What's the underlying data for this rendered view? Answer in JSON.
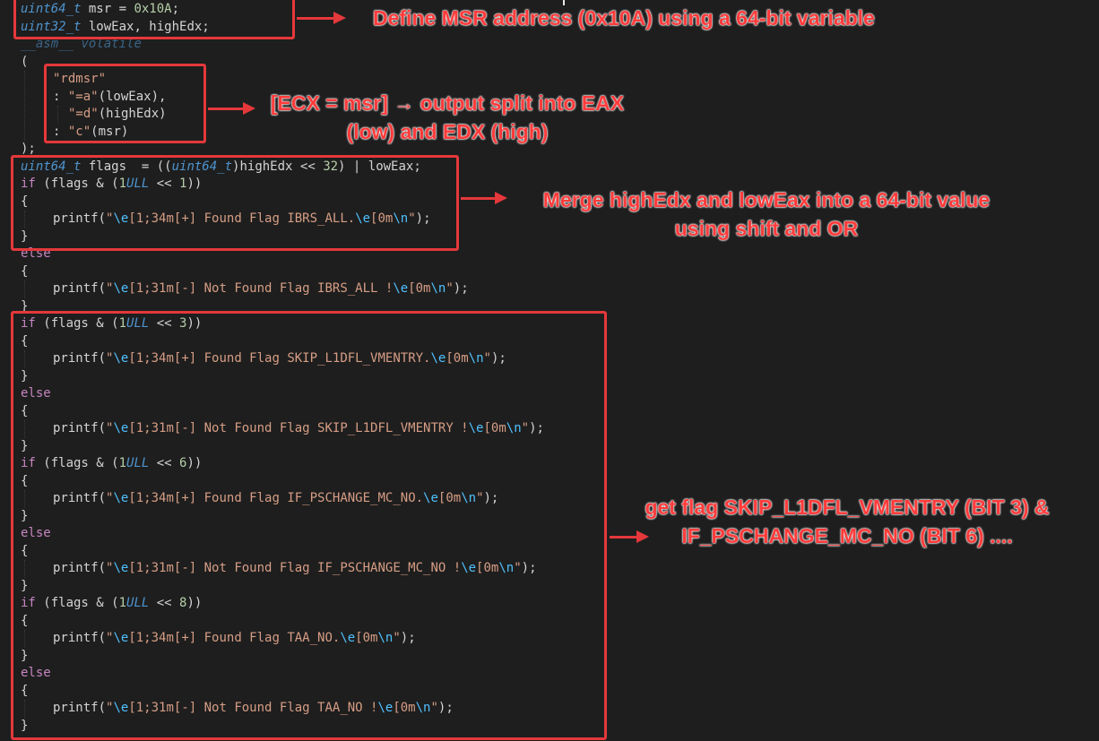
{
  "code": {
    "l1": {
      "type": "uint64_t",
      "rest": " msr = ",
      "num": "0x10A",
      "end": ";"
    },
    "l2": {
      "type": "uint32_t",
      "rest": " lowEax, highEdx;"
    },
    "l3": {
      "kw1": "__asm__",
      "kw2": " volatile"
    },
    "l4": {
      "text": "("
    },
    "l5": {
      "str": "\"rdmsr\""
    },
    "l6": {
      "pre": ": ",
      "str": "\"=a\"",
      "post": "(lowEax),"
    },
    "l7": {
      "str": "\"=d\"",
      "post": "(highEdx)"
    },
    "l8": {
      "pre": ": ",
      "str": "\"c\"",
      "post": "(msr)"
    },
    "l9": {
      "text": ");"
    },
    "l10": {
      "type": "uint64_t",
      "mid": " flags  = ((",
      "type2": "uint64_t",
      "mid2": ")highEdx << ",
      "num": "32",
      "end": ") | lowEax;"
    },
    "if1": {
      "kw": "if",
      "pre": " (flags & (",
      "num": "1",
      "suffix": "ULL",
      "mid": " << ",
      "bit": "1",
      "end": "))"
    },
    "if2": {
      "kw": "if",
      "pre": " (flags & (",
      "num": "1",
      "suffix": "ULL",
      "mid": " << ",
      "bit": "3",
      "end": "))"
    },
    "if3": {
      "kw": "if",
      "pre": " (flags & (",
      "num": "1",
      "suffix": "ULL",
      "mid": " << ",
      "bit": "6",
      "end": "))"
    },
    "if4": {
      "kw": "if",
      "pre": " (flags & (",
      "num": "1",
      "suffix": "ULL",
      "mid": " << ",
      "bit": "8",
      "end": "))"
    },
    "open_brace": "{",
    "close_brace": "}",
    "else_kw": "else",
    "printf_fn": "printf(",
    "printf_close": ");",
    "quote": "\"",
    "esc_e": "\\e",
    "esc_n": "\\n",
    "found_prefix": "[1;34m[+] Found Flag ",
    "notfound_prefix": "[1;31m[-] Not Found Flag ",
    "reset": "[0m",
    "flags": [
      {
        "found": "IBRS_ALL.",
        "notfound": "IBRS_ALL !"
      },
      {
        "found": "SKIP_L1DFL_VMENTRY.",
        "notfound": "SKIP_L1DFL_VMENTRY !"
      },
      {
        "found": "IF_PSCHANGE_MC_NO.",
        "notfound": "IF_PSCHANGE_MC_NO !"
      },
      {
        "found": "TAA_NO.",
        "notfound": "TAA_NO !"
      }
    ]
  },
  "annotations": {
    "msr": "Define MSR address (0x10A) using a 64-bit variable",
    "ecx_line1": "[ECX = msr] → output split into EAX",
    "ecx_line2": "(low) and EDX (high)",
    "merge_line1": "Merge highEdx and lowEax into a 64-bit value",
    "merge_line2": "using shift and OR",
    "flag_line1": "get flag SKIP_L1DFL_VMENTRY (BIT 3) &",
    "flag_line2": "IF_PSCHANGE_MC_NO (BIT 6) ...."
  },
  "colors": {
    "background": "#1e1e1e",
    "annotation_red": "#e5383b",
    "type_blue": "#4e94ce",
    "keyword_purple": "#c586c0",
    "number_green": "#b5cea8",
    "string_orange": "#d69d85",
    "escape_cyan": "#4fc1ff"
  }
}
